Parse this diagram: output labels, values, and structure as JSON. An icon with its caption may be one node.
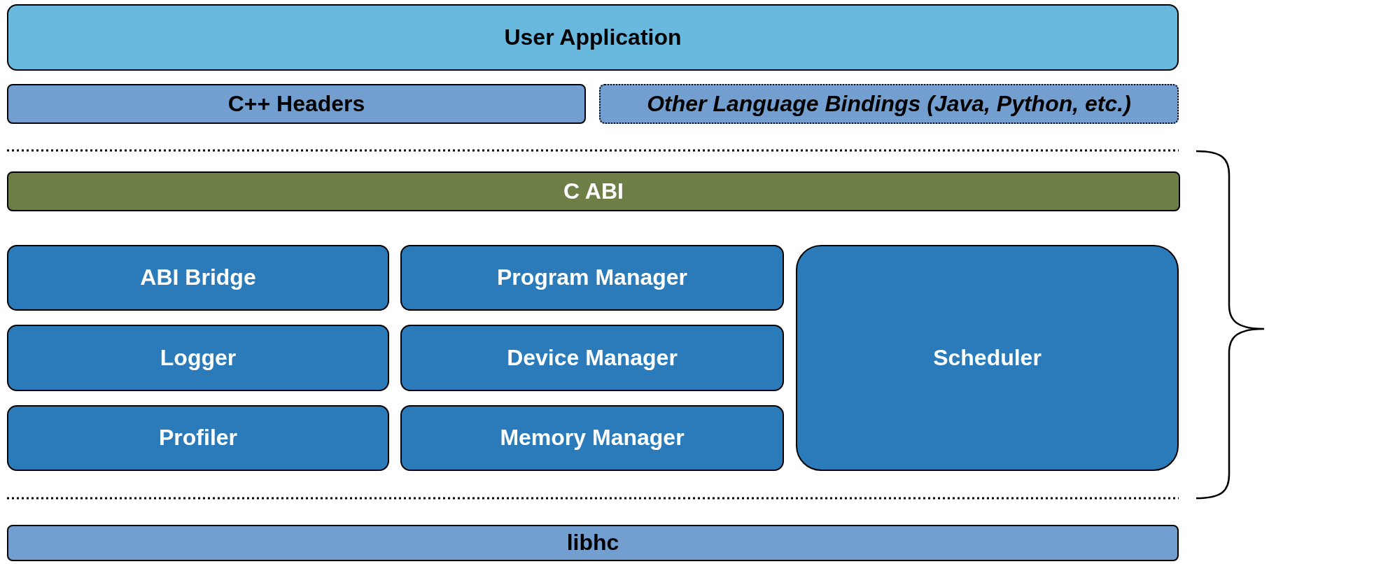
{
  "diagram": {
    "nodes": [
      {
        "text": [
          "User Application"
        ]
      },
      {
        "text": [
          "C++ Headers"
        ]
      },
      {
        "text": [
          "Other Language Bindings (Java, Python, etc.)"
        ]
      },
      {
        "text": [
          "C ABI"
        ]
      },
      {
        "text": [
          "ABI Bridge"
        ]
      },
      {
        "text": [
          "Program Manager"
        ]
      },
      {
        "text": [
          "Scheduler"
        ]
      },
      {
        "text": [
          "Logger"
        ]
      },
      {
        "text": [
          "Device Manager"
        ]
      },
      {
        "text": [
          "Profiler"
        ]
      },
      {
        "text": [
          "Memory Manager"
        ]
      },
      {
        "text": [
          "libhc"
        ]
      }
    ]
  }
}
